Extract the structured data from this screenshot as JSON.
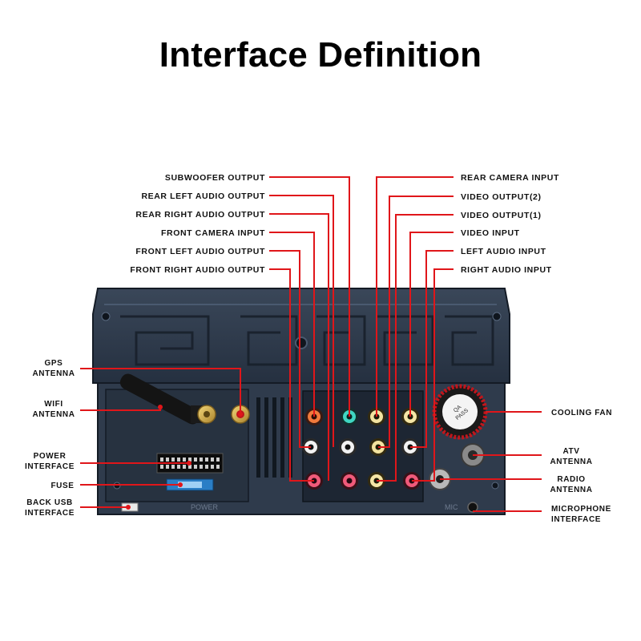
{
  "title": "Interface Definition",
  "colors": {
    "leader": "#e0161a",
    "panel": "#2b3747",
    "panel_dark": "#1c2532"
  },
  "top_left_labels": [
    "SUBWOOFER OUTPUT",
    "REAR LEFT AUDIO OUTPUT",
    "REAR RIGHT AUDIO OUTPUT",
    "FRONT CAMERA INPUT",
    "FRONT LEFT AUDIO OUTPUT",
    "FRONT RIGHT AUDIO OUTPUT"
  ],
  "top_right_labels": [
    "REAR CAMERA INPUT",
    "VIDEO OUTPUT(2)",
    "VIDEO OUTPUT(1)",
    "VIDEO INPUT",
    "LEFT AUDIO INPUT",
    "RIGHT AUDIO INPUT"
  ],
  "left_labels": {
    "gps": [
      "GPS",
      "ANTENNA"
    ],
    "wifi": [
      "WIFI",
      "ANTENNA"
    ],
    "power": [
      "POWER",
      "INTERFACE"
    ],
    "fuse": [
      "FUSE"
    ],
    "usb": [
      "BACK USB",
      "INTERFACE"
    ]
  },
  "right_labels": {
    "fan": [
      "COOLING FAN"
    ],
    "atv": [
      "ATV",
      "ANTENNA"
    ],
    "radio": [
      "RADIO",
      "ANTENNA"
    ],
    "mic": [
      "MICROPHONE",
      "INTERFACE"
    ]
  },
  "device_markings": {
    "power": "POWER",
    "mic": "MIC",
    "fan_line1": "QA",
    "fan_line2": "PASS"
  }
}
